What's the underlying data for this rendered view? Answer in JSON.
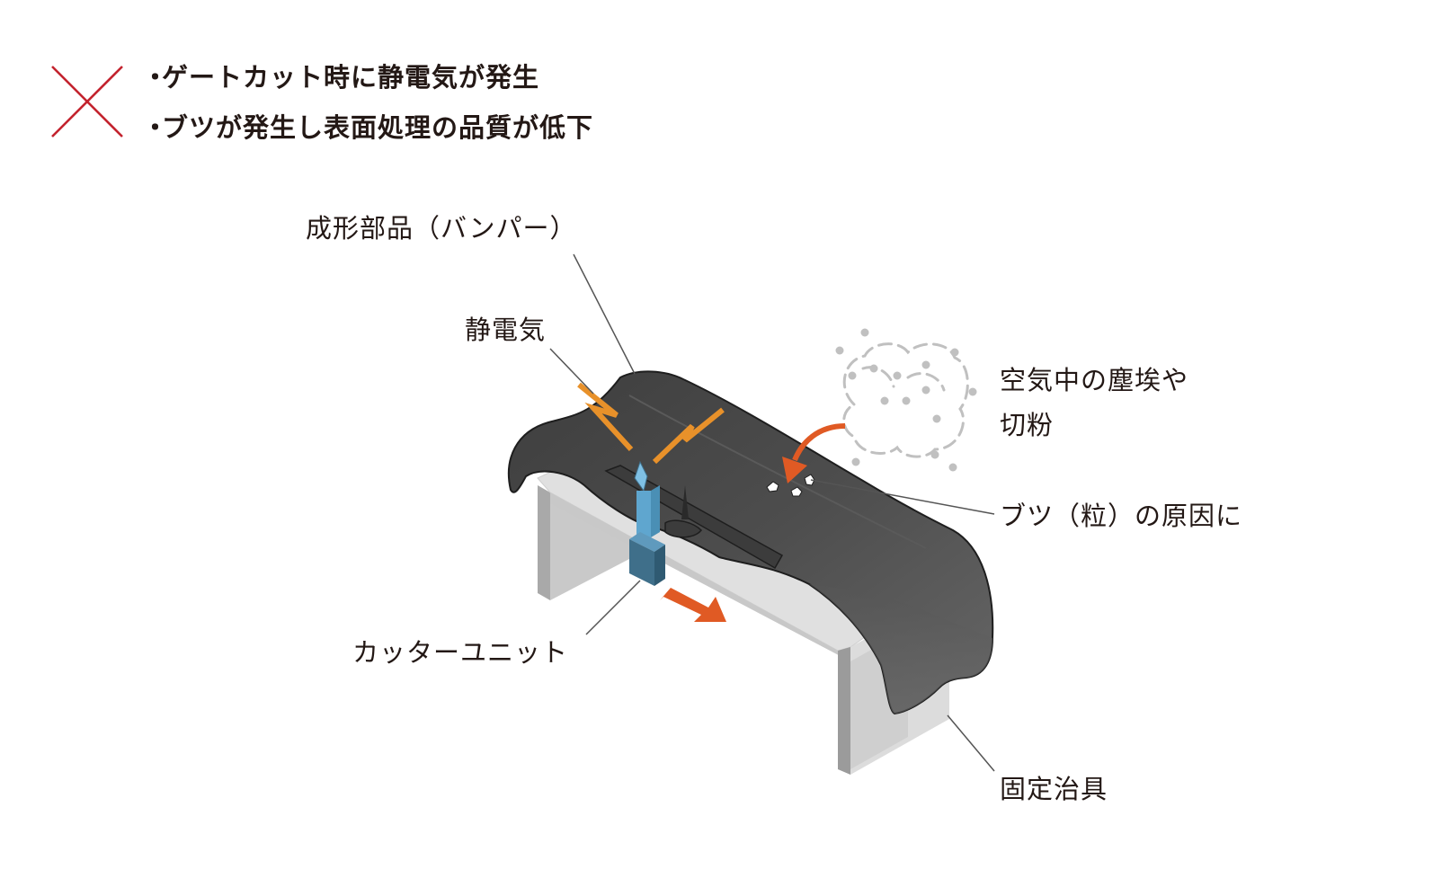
{
  "header": {
    "status_mark": "cross-mark-icon",
    "bullets": [
      "ゲートカット時に静電気が発生",
      "ブツが発生し表面処理の品質が低下"
    ],
    "bullet_glyph": "・"
  },
  "labels": {
    "bumper": "成形部品（バンパー）",
    "static": "静電気",
    "dust_line1": "空気中の塵埃や",
    "dust_line2": "切粉",
    "butsu": "ブツ（粒）の原因に",
    "cutter": "カッターユニット",
    "fixture": "固定治具"
  },
  "colors": {
    "cross": "#c3232e",
    "bumper": "#4a4a4a",
    "cutter": "#5fa6cf",
    "cutter_dark": "#3f6f8a",
    "arrow": "#e05a24",
    "spark": "#e8912a",
    "fixture": "#d9d9d9",
    "dust": "#c0c0c0"
  }
}
